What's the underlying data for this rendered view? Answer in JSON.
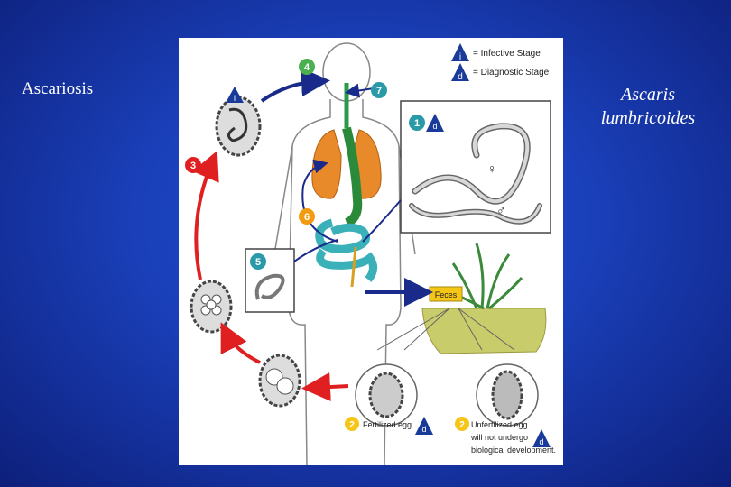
{
  "slide": {
    "title": "Ascariosis",
    "subtitle": "Ascaris lumbricoides"
  },
  "legend": {
    "infective_symbol": "i",
    "infective_label": "= Infective Stage",
    "diagnostic_symbol": "d",
    "diagnostic_label": "= Diagnostic Stage"
  },
  "stages": {
    "s1": "1",
    "s2a": "2",
    "s2b": "2",
    "s3": "3",
    "s4": "4",
    "s5": "5",
    "s6": "6",
    "s7": "7"
  },
  "labels": {
    "female": "♀",
    "male": "♂",
    "feces": "Feces",
    "fertilized_egg": "Fertilized egg",
    "unfertilized_line1": "Unfertilized egg",
    "unfertilized_line2": "will not undergo",
    "unfertilized_line3": "biological development."
  },
  "colors": {
    "background": "#1a3fb8",
    "arrow_red": "#e02020",
    "arrow_blue": "#1a2a8a",
    "stage_green": "#4caf50",
    "stage_teal": "#2a9aa8",
    "stage_orange": "#f39c12",
    "stage_yellow": "#f5c518",
    "stage_red": "#e02020",
    "legend_blue": "#1a3a9a",
    "lung_orange": "#e8892a",
    "gut_teal": "#3ab0b8",
    "stomach_green": "#3a9a4a",
    "soil": "#c9cc6a"
  }
}
